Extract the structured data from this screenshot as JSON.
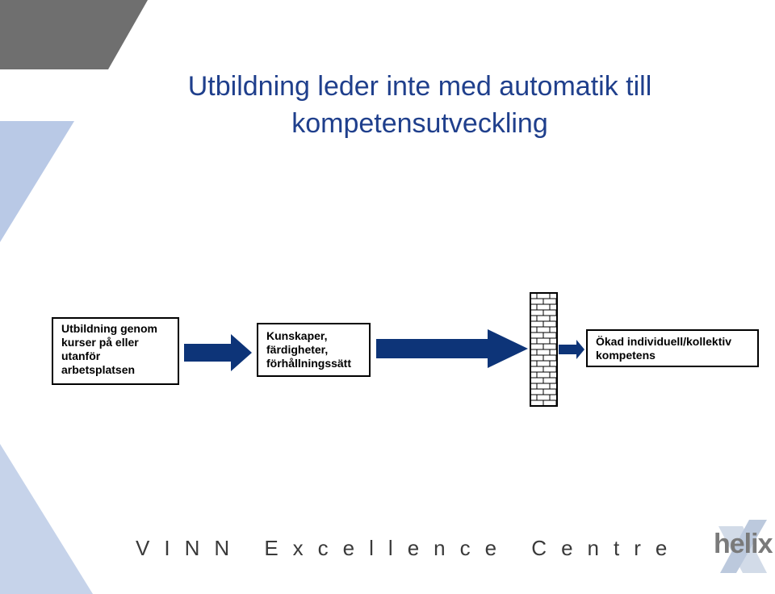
{
  "title": "Utbildning leder inte med automatik till\nkompetensutveckling",
  "boxes": {
    "education": "Utbildning genom\nkurser på eller\nutanför\narbetsplatsen",
    "knowledge": "Kunskaper,\nfärdigheter,\nförhållningssätt",
    "competence": "Ökad individuell/kollektiv\nkompetens"
  },
  "footer": {
    "text": "VINN Excellence Centre",
    "logo": "helix"
  },
  "colors": {
    "title": "#1f3f8c",
    "arrow": "#0d3478",
    "decor_gray": "#707070",
    "decor_blue": "#b9c9e6",
    "wall": "#000000"
  },
  "icons": {
    "arrow": "right-arrow-icon",
    "wall": "brick-wall-icon",
    "logo": "helix-logo-icon"
  }
}
